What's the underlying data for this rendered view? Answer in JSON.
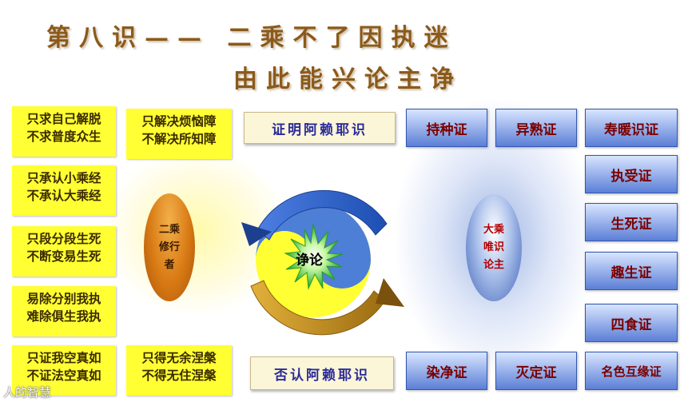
{
  "title": {
    "line1": "第八识—— 二乘不了因执迷",
    "line2": "由此能兴论主诤"
  },
  "left_boxes": [
    {
      "line1": "只求自己解脱",
      "line2": "不求普度众生"
    },
    {
      "line1": "只承认小乘经",
      "line2": "不承认大乘经"
    },
    {
      "line1": "只段分段生死",
      "line2": "不断变易生死"
    },
    {
      "line1": "易除分别我执",
      "line2": "难除俱生我执"
    },
    {
      "line1": "只证我空真如",
      "line2": "不证法空真如"
    }
  ],
  "middle_boxes": [
    {
      "line1": "只解决烦恼障",
      "line2": "不解决所知障"
    },
    {
      "line1": "只得无余涅槃",
      "line2": "不得无住涅槃"
    }
  ],
  "left_oval": {
    "line1": "二乘",
    "line2": "修行",
    "line3": "者"
  },
  "prove_box": "证明阿赖耶识",
  "deny_box": "否认阿赖耶识",
  "center_label": "诤论",
  "right_oval": {
    "line1": "大乘",
    "line2": "唯识",
    "line3": "论主"
  },
  "right_boxes": {
    "top": [
      "持种证",
      "异熟证",
      "寿暖识证"
    ],
    "column": [
      "执受证",
      "生死证",
      "趣生证",
      "四食证"
    ],
    "bottom": [
      "染净证",
      "灭定证",
      "名色互缘证"
    ]
  },
  "watermark": "人的智慧"
}
